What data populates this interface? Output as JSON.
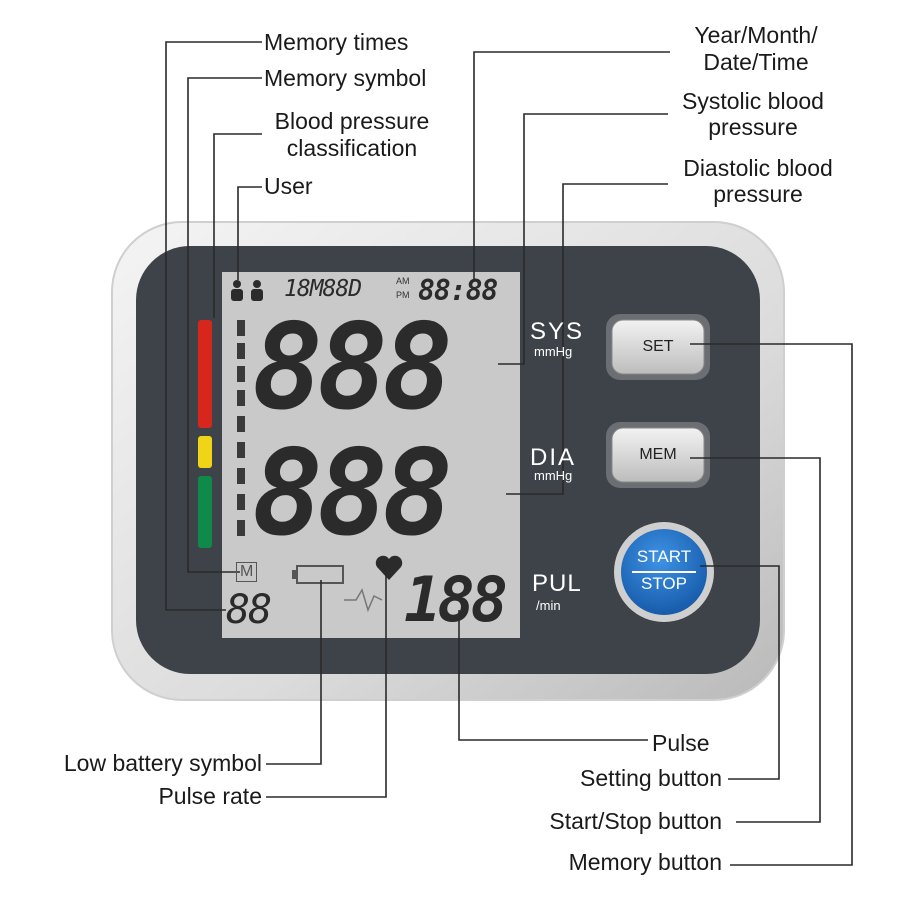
{
  "labels": {
    "memory_times": "Memory times",
    "memory_symbol": "Memory symbol",
    "bp_classification_1": "Blood pressure",
    "bp_classification_2": "classification",
    "user": "User",
    "year_month_1": "Year/Month/",
    "year_month_2": "Date/Time",
    "systolic_1": "Systolic blood",
    "systolic_2": "pressure",
    "diastolic_1": "Diastolic blood",
    "diastolic_2": "pressure",
    "low_battery": "Low battery symbol",
    "pulse_rate": "Pulse rate",
    "pulse": "Pulse",
    "setting_button": "Setting button",
    "start_stop_button": "Start/Stop button",
    "memory_button": "Memory button"
  },
  "device": {
    "sys_label": "SYS",
    "sys_unit": "mmHg",
    "dia_label": "DIA",
    "dia_unit": "mmHg",
    "pul_label": "PUL",
    "pul_unit": "/min",
    "set_button": "SET",
    "mem_button": "MEM",
    "start_label": "START",
    "stop_label": "STOP",
    "lcd_date": "18M88D",
    "lcd_ampm_1": "AM",
    "lcd_ampm_2": "PM",
    "lcd_time": "88:88",
    "lcd_sys": "888",
    "lcd_dia": "888",
    "lcd_pulse": "188",
    "lcd_memory_count": "88",
    "lcd_memory_symbol": "M"
  },
  "colors": {
    "panel": "#3e4249",
    "lcd": "#c9c9c9",
    "lcd_digit": "#2b2b2b",
    "start_button": "#1e6fc2",
    "bar_red": "#d7261c",
    "bar_yellow": "#f0d417",
    "bar_green": "#0f8a4a"
  }
}
